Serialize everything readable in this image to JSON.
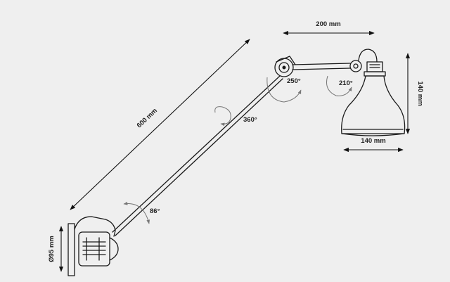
{
  "dimensions": {
    "shade_top_width": "200 mm",
    "shade_height": "140 mm",
    "shade_bottom_width": "140 mm",
    "arm_length": "600 mm",
    "base_diameter": "Ø95 mm"
  },
  "angles": {
    "elbow": "250°",
    "shade_tilt": "210°",
    "arm_rotation": "360°",
    "base_pivot": "86°"
  }
}
